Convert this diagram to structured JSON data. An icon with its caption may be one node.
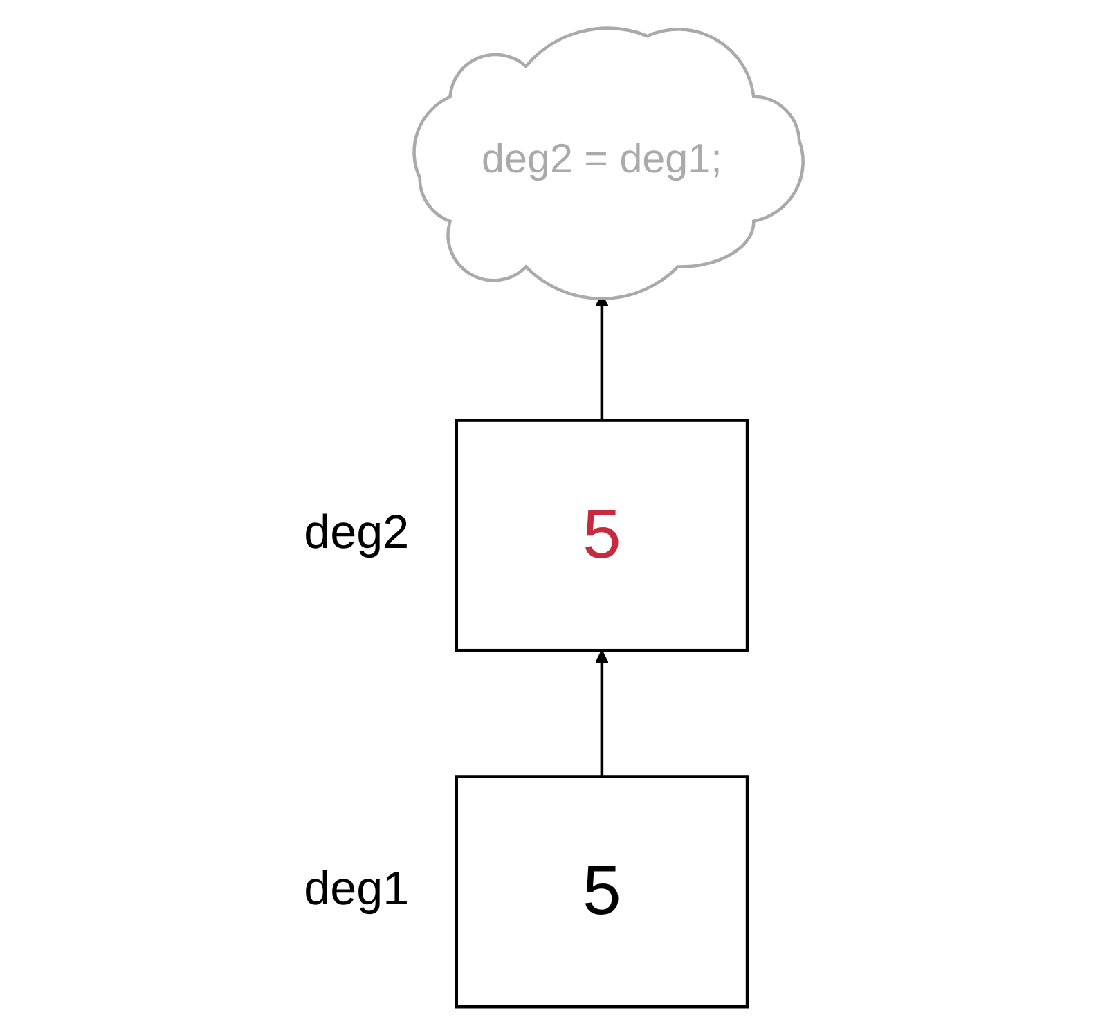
{
  "diagram": {
    "nodes": [
      {
        "text": [
          "deg2 = deg1;"
        ]
      },
      {
        "text": [
          "5"
        ],
        "beside": [
          "deg2"
        ]
      },
      {
        "text": [
          "5"
        ],
        "beside": [
          "deg1"
        ]
      }
    ],
    "edges": [
      {
        "from": 1,
        "to": 0,
        "arrow": "to"
      },
      {
        "from": 2,
        "to": 1,
        "arrow": "to"
      }
    ]
  }
}
